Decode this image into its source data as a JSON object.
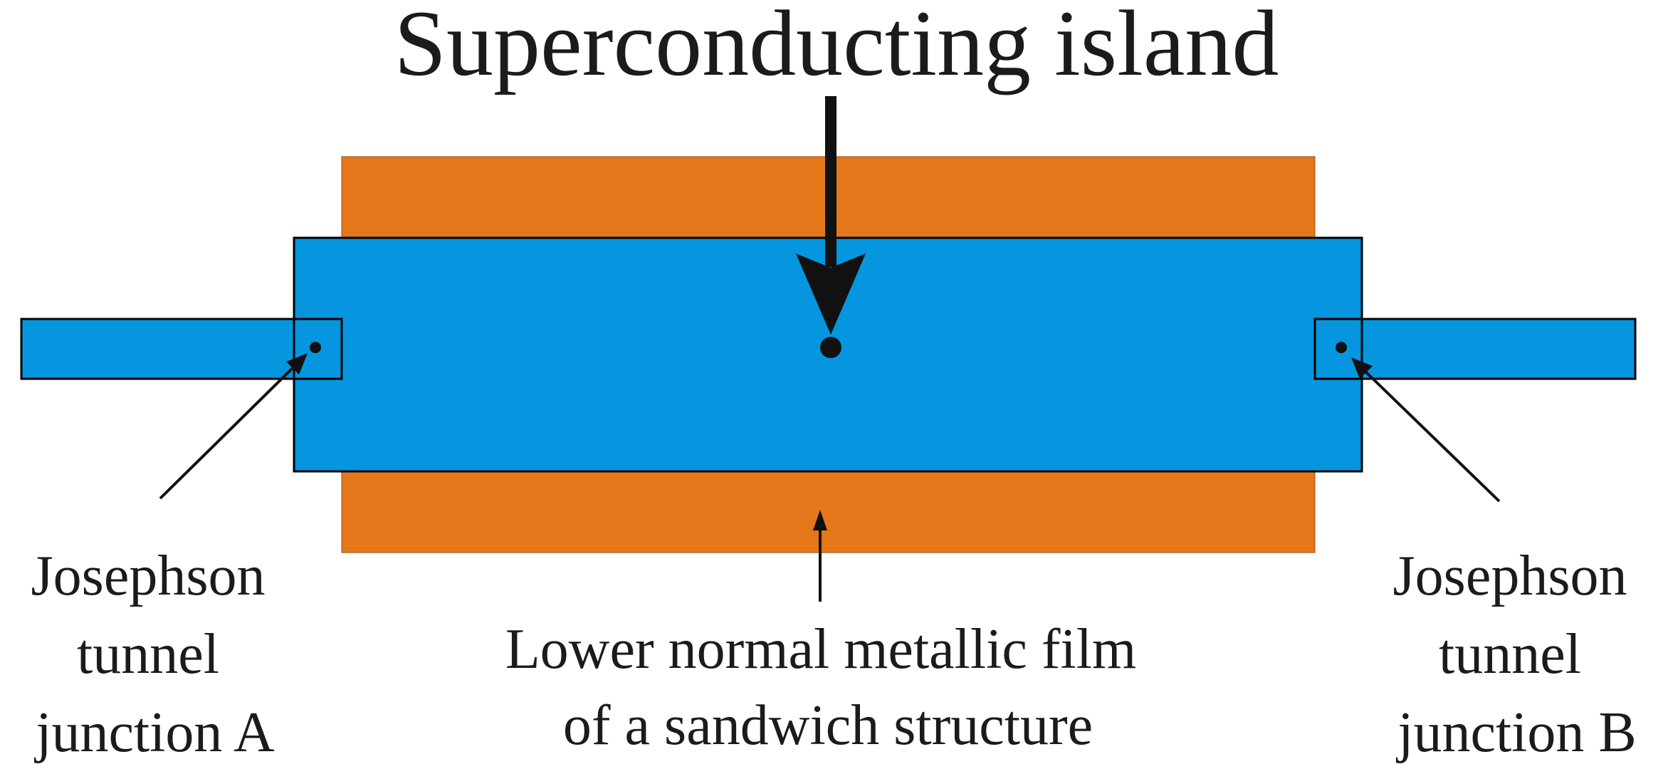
{
  "title": "Superconducting island",
  "labels": {
    "junction_a": [
      "Josephson",
      "tunnel",
      "junction A"
    ],
    "junction_b": [
      "Josephson",
      "tunnel",
      "junction B"
    ],
    "lower_film": [
      "Lower normal metallic film",
      "of a sandwich structure"
    ]
  },
  "colors": {
    "normal_film": "#E5771B",
    "superconductor": "#0596DF",
    "ink": "#1B1B1B"
  }
}
